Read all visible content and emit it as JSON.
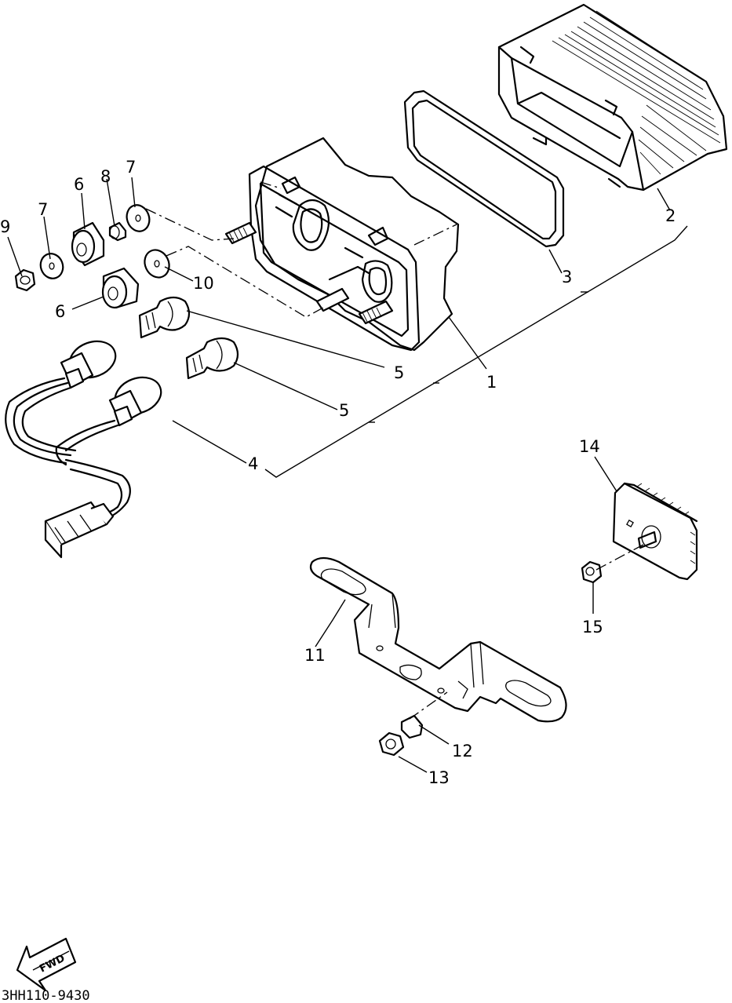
{
  "callouts": {
    "c1": "1",
    "c2": "2",
    "c3": "3",
    "c4": "4",
    "c5a": "5",
    "c5b": "5",
    "c6a": "6",
    "c6b": "6",
    "c7a": "7",
    "c7b": "7",
    "c8": "8",
    "c9": "9",
    "c10": "10",
    "c11": "11",
    "c12": "12",
    "c13": "13",
    "c14": "14",
    "c15": "15"
  },
  "fwd_label": "FWD",
  "diagram_code": "3HH110-9430"
}
